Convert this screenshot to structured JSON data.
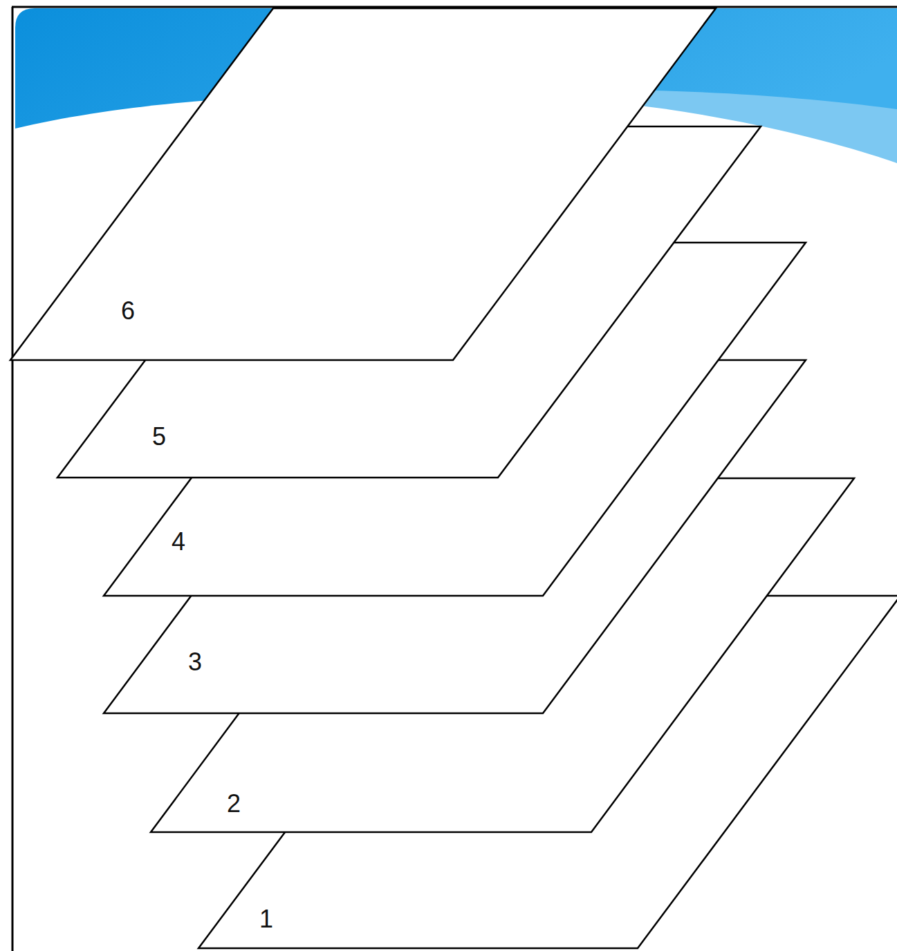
{
  "diagram": {
    "nodes": [
      {
        "text": [
          "6"
        ]
      },
      {
        "text": [
          "5"
        ]
      },
      {
        "text": [
          "4"
        ]
      },
      {
        "text": [
          "3"
        ]
      },
      {
        "text": [
          "2"
        ]
      },
      {
        "text": [
          "1"
        ]
      }
    ]
  }
}
